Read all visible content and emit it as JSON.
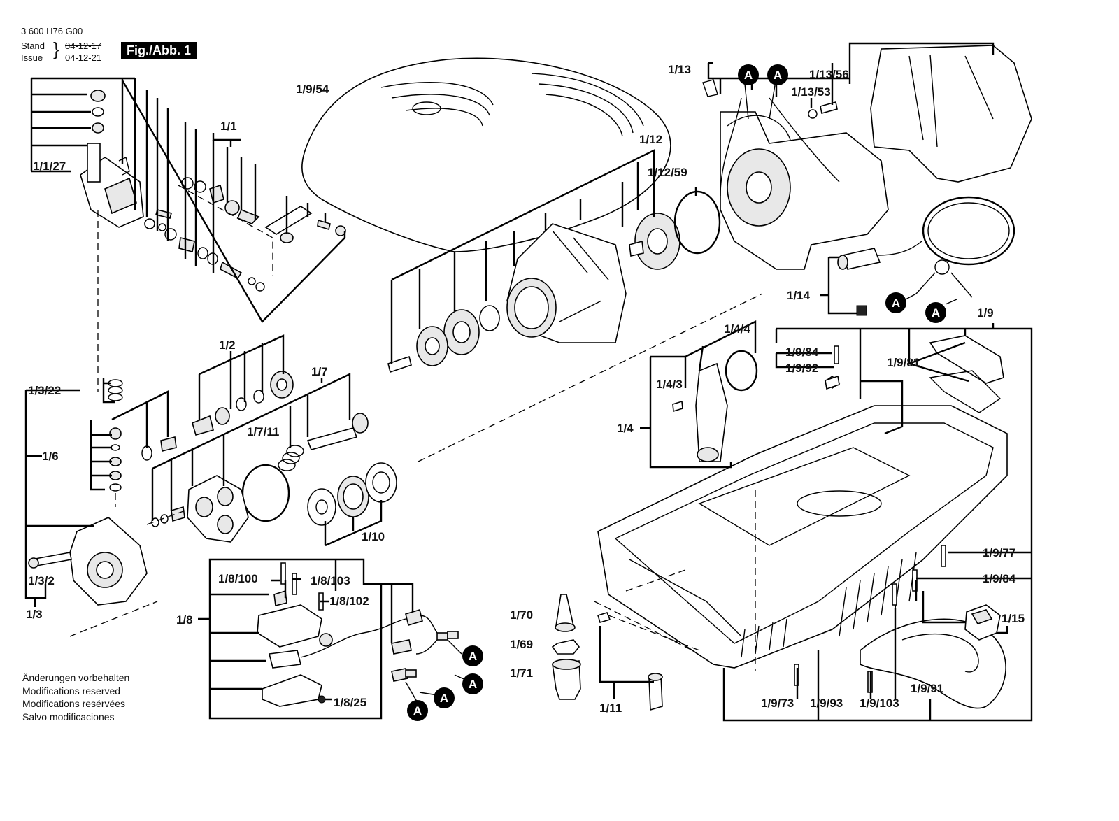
{
  "header": {
    "doc_number": "3 600 H76 G00",
    "stand_label": "Stand",
    "issue_label": "Issue",
    "old_date": "04-12-17",
    "new_date": "04-12-21",
    "figure_label": "Fig./Abb. 1"
  },
  "footer": {
    "lines": [
      "Änderungen vorbehalten",
      "Modifications reserved",
      "Modifications resérvées",
      "Salvo modificaciones"
    ]
  },
  "marker_letter": "A",
  "part_labels": {
    "p1": "1/1",
    "p1_1_27": "1/1/27",
    "p1_9_54": "1/9/54",
    "p1_12": "1/12",
    "p1_12_59": "1/12/59",
    "p1_13": "1/13",
    "p1_13_56": "1/13/56",
    "p1_13_53": "1/13/53",
    "p1_14": "1/14",
    "p1_9": "1/9",
    "p1_9_84a": "1/9/84",
    "p1_9_92": "1/9/92",
    "p1_9_81": "1/9/81",
    "p1_4_4": "1/4/4",
    "p1_4_3": "1/4/3",
    "p1_4": "1/4",
    "p1_2": "1/2",
    "p1_7": "1/7",
    "p1_7_11": "1/7/11",
    "p1_3_22": "1/3/22",
    "p1_6": "1/6",
    "p1_10": "1/10",
    "p1_3_2": "1/3/2",
    "p1_3": "1/3",
    "p1_8_100": "1/8/100",
    "p1_8_103": "1/8/103",
    "p1_8_102": "1/8/102",
    "p1_8": "1/8",
    "p1_8_25": "1/8/25",
    "p1_70": "1/70",
    "p1_69": "1/69",
    "p1_71": "1/71",
    "p1_11": "1/11",
    "p1_9_77": "1/9/77",
    "p1_9_84b": "1/9/84",
    "p1_15": "1/15",
    "p1_9_91": "1/9/91",
    "p1_9_73": "1/9/73",
    "p1_9_93": "1/9/93",
    "p1_9_103": "1/9/103"
  }
}
